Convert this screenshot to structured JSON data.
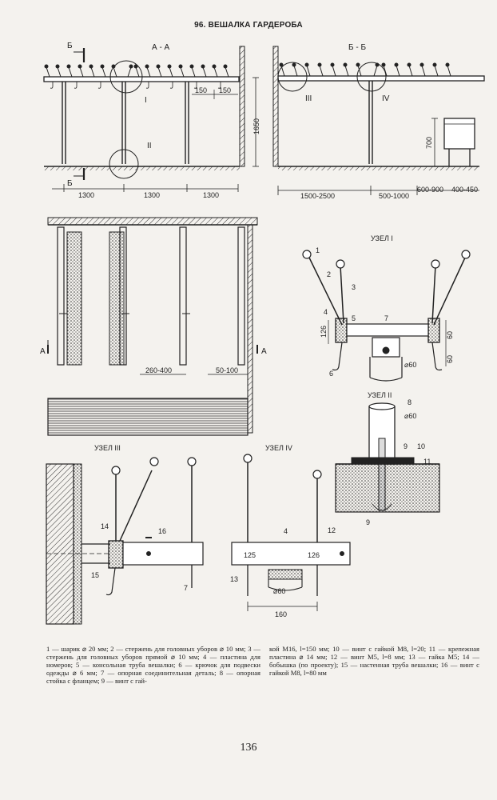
{
  "title": "96. ВЕШАЛКА ГАРДЕРОБА",
  "sections": {
    "aa": "А - А",
    "bb": "Б - Б",
    "cut_b": "Б",
    "cut_a": "А",
    "node_1": "УЗЕЛ I",
    "node_2": "УЗЕЛ II",
    "node_3": "УЗЕЛ III",
    "node_4": "УЗЕЛ IV"
  },
  "roman": {
    "r1": "I",
    "r2": "II",
    "r3": "III",
    "r4": "IV"
  },
  "dimensions": {
    "d1300": "1300",
    "d150": "150",
    "d1650": "1650",
    "d1500_2500": "1500-2500",
    "d500_1000": "500-1000",
    "d600_900": "600-900",
    "d400_450": "400-450",
    "d700": "700",
    "d260_400": "260-400",
    "d50_100": "50-100",
    "d126": "126",
    "d60": "60",
    "dphi60": "⌀60",
    "d125": "125",
    "d160": "160"
  },
  "parts": [
    "1",
    "2",
    "3",
    "4",
    "5",
    "6",
    "7",
    "8",
    "9",
    "10",
    "11",
    "12",
    "13",
    "14",
    "15",
    "16"
  ],
  "caption_left": "1 — шарик ⌀ 20 мм; 2 — стержень для головных уборов ⌀ 10 мм; 3 — стержень для головных уборов прямой ⌀ 10 мм; 4 — пластина для номеров; 5 — консольная труба вешалки; 6 — крючок для подвески одежды ⌀ 6 мм; 7 — опорная соединительная деталь; 8 — опорная стойка с фланцем; 9 — винт с гай-",
  "caption_right": "кой М16, l=150 мм; 10 — винт с гайкой М8, l=20; 11 — крепежная пластина ⌀ 14 мм; 12 — винт М5, l=8 мм; 13 — гайка М5; 14 — бобышка (по проекту); 15 — настенная труба вешалки; 16 — винт с гайкой М8, l=80 мм",
  "page_number": "136"
}
